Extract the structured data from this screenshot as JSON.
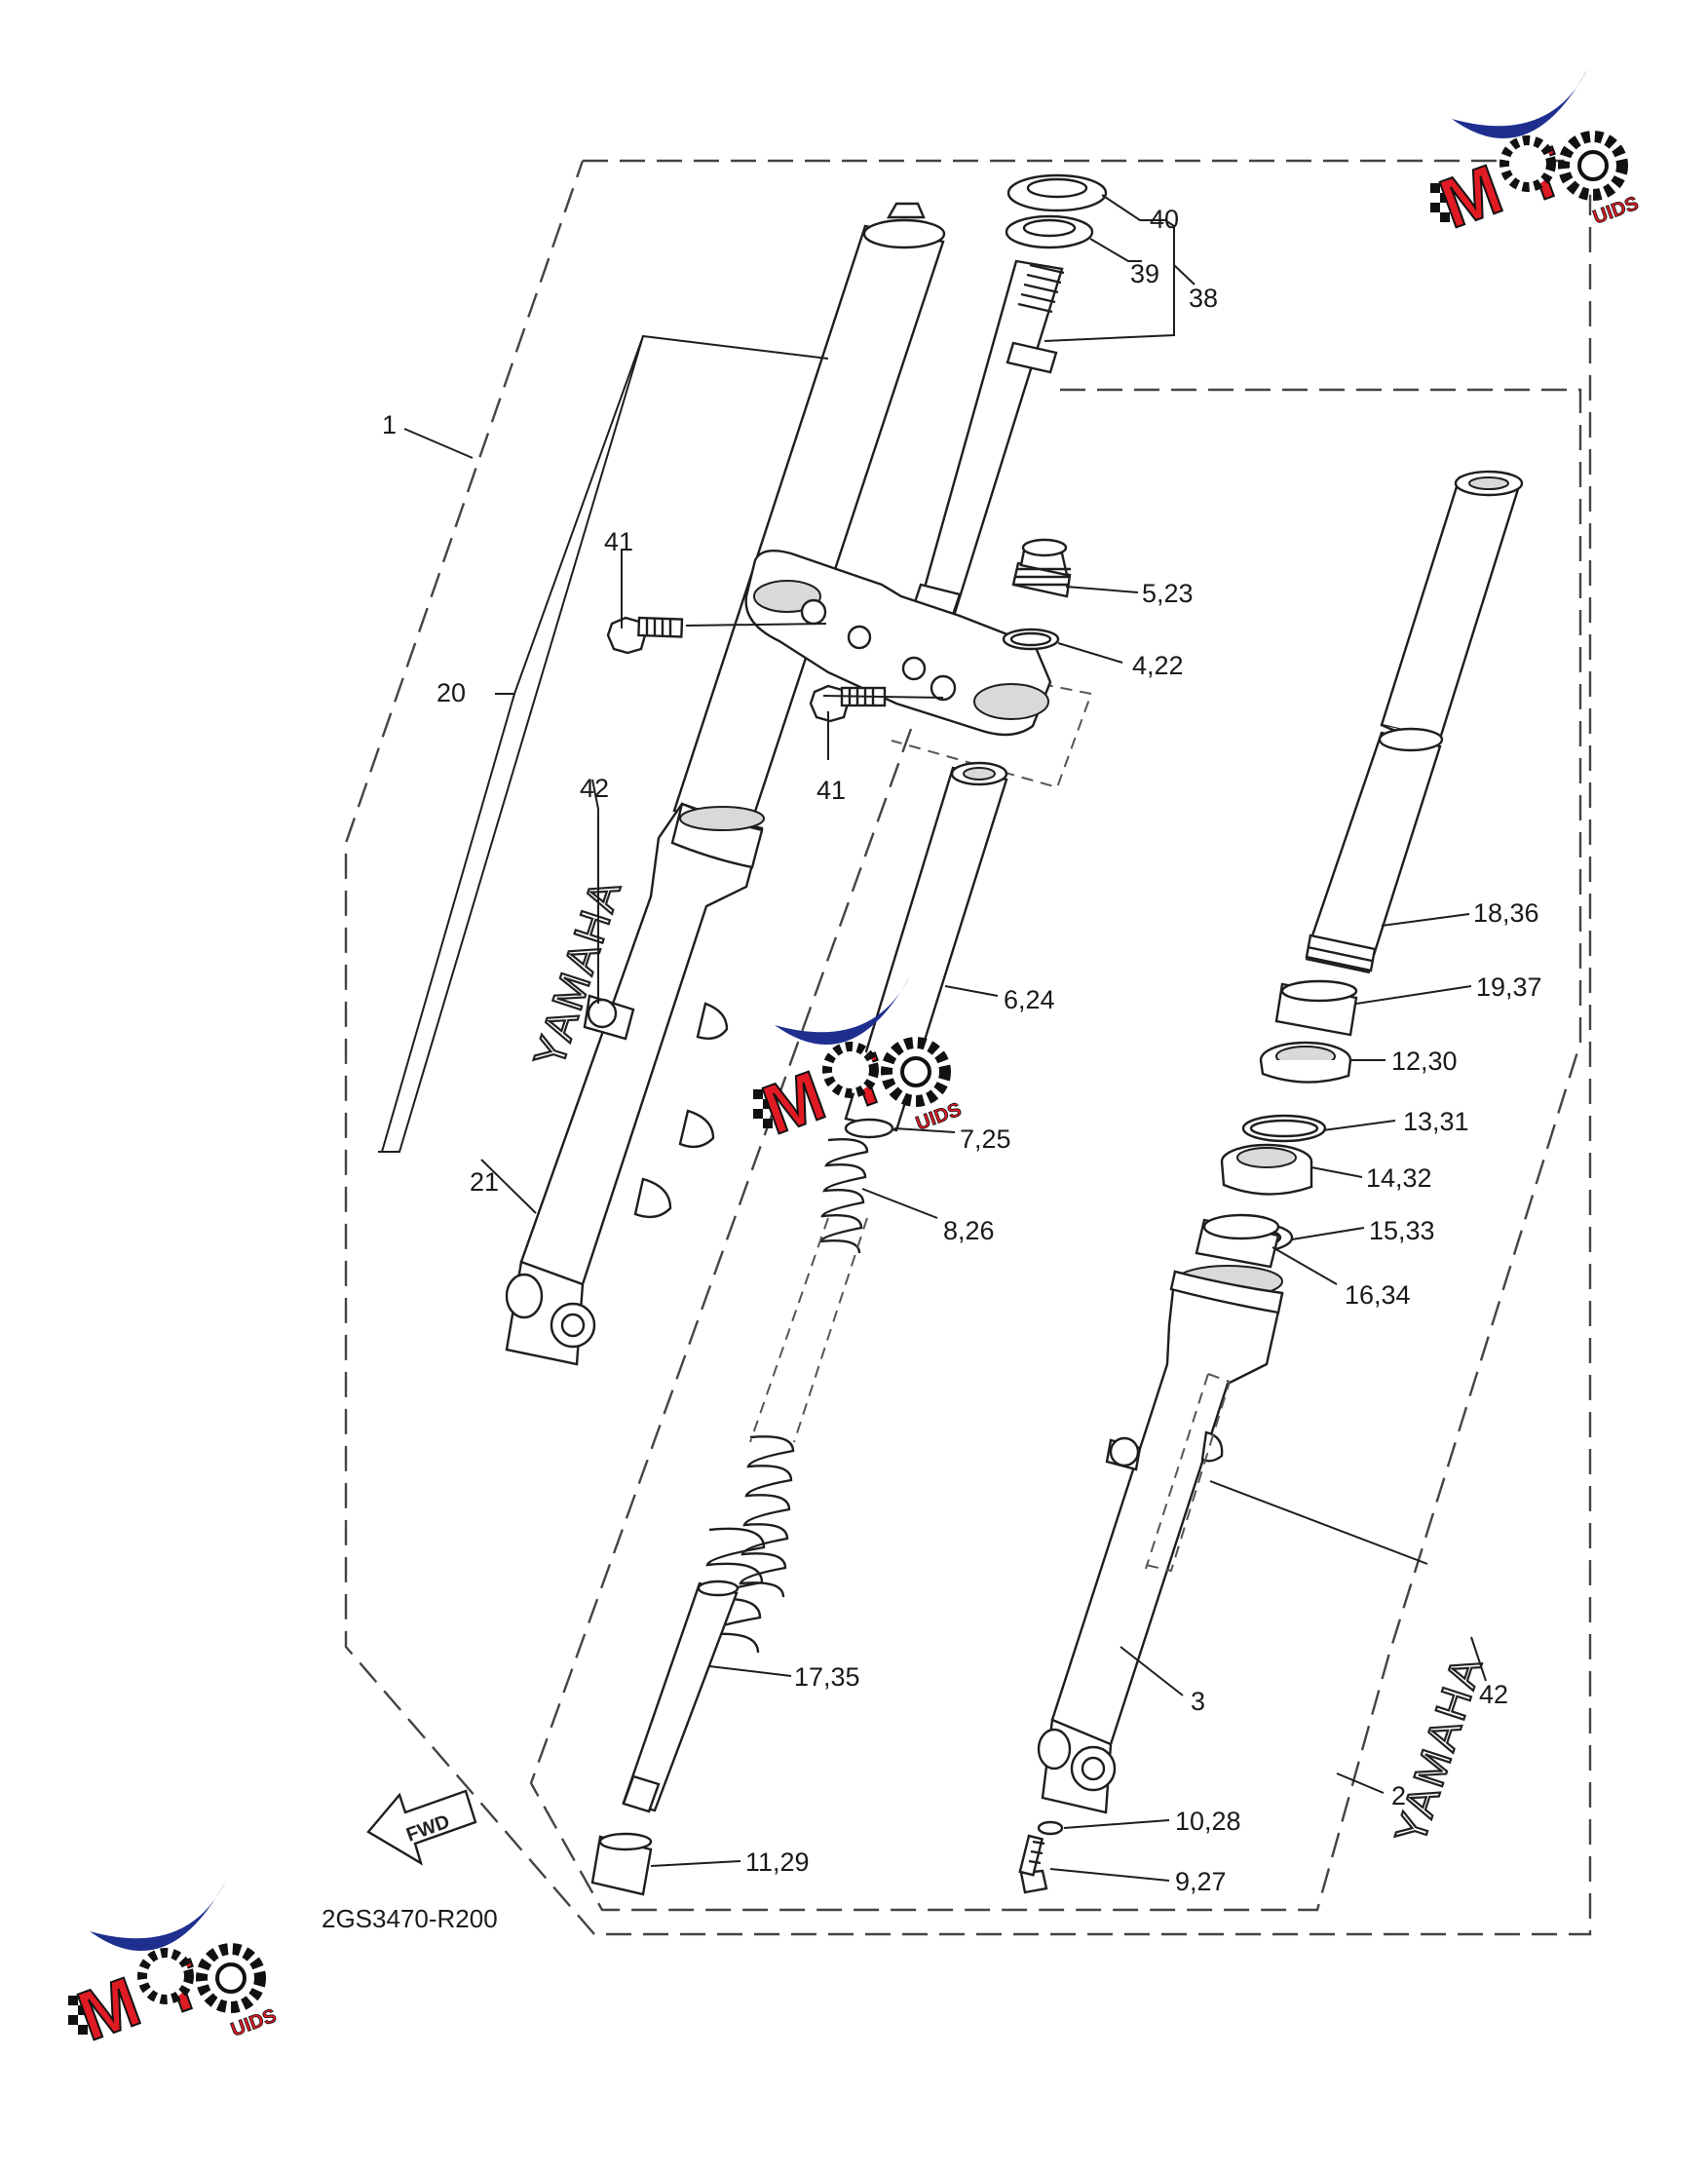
{
  "callouts": [
    {
      "id": "c40",
      "text": "40"
    },
    {
      "id": "c39",
      "text": "39"
    },
    {
      "id": "c38",
      "text": "38"
    },
    {
      "id": "c1",
      "text": "1"
    },
    {
      "id": "c41a",
      "text": "41"
    },
    {
      "id": "c523",
      "text": "5,23"
    },
    {
      "id": "c422",
      "text": "4,22"
    },
    {
      "id": "c20",
      "text": "20"
    },
    {
      "id": "c41b",
      "text": "41"
    },
    {
      "id": "c42a",
      "text": "42"
    },
    {
      "id": "c1836",
      "text": "18,36"
    },
    {
      "id": "c1937",
      "text": "19,37"
    },
    {
      "id": "c624",
      "text": "6,24"
    },
    {
      "id": "c1230",
      "text": "12,30"
    },
    {
      "id": "c1331",
      "text": "13,31"
    },
    {
      "id": "c725",
      "text": "7,25"
    },
    {
      "id": "c1432",
      "text": "14,32"
    },
    {
      "id": "c21",
      "text": "21"
    },
    {
      "id": "c826",
      "text": "8,26"
    },
    {
      "id": "c1533",
      "text": "15,33"
    },
    {
      "id": "c1634",
      "text": "16,34"
    },
    {
      "id": "c1735",
      "text": "17,35"
    },
    {
      "id": "c3",
      "text": "3"
    },
    {
      "id": "c42b",
      "text": "42"
    },
    {
      "id": "c2",
      "text": "2"
    },
    {
      "id": "c1028",
      "text": "10,28"
    },
    {
      "id": "c1129",
      "text": "11,29"
    },
    {
      "id": "c927",
      "text": "9,27"
    }
  ],
  "diagram_code": "2GS3470-R200",
  "fwd_label": "FWD",
  "brand_left": "YAMAHA",
  "brand_right": "YAMAHA",
  "watermark": {
    "m": "M",
    "t": "T",
    "o": "O",
    "suffix": "UIDS",
    "colors": {
      "swoosh": "#1f2f8f",
      "red": "#e01b24",
      "dark": "#111111"
    }
  }
}
